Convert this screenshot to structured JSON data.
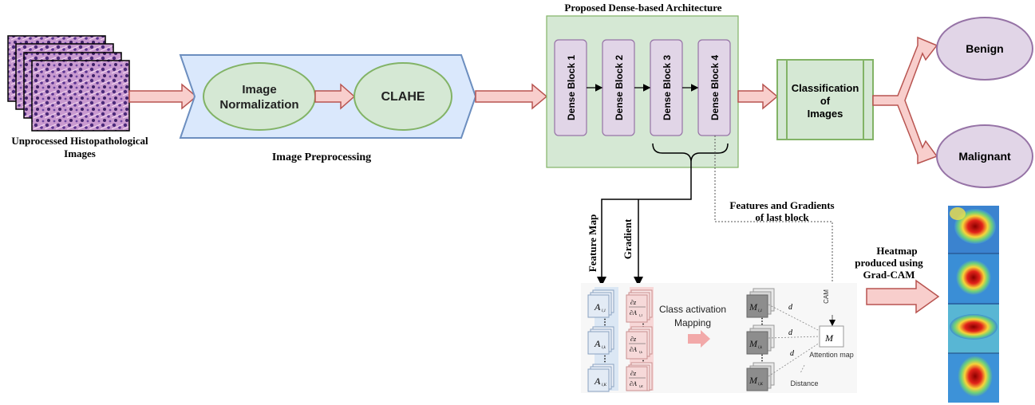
{
  "input": {
    "caption_line1": "Unprocessed Histopathological",
    "caption_line2": "Images"
  },
  "preprocessing": {
    "normalization_line1": "Image",
    "normalization_line2": "Normalization",
    "clahe": "CLAHE",
    "label": "Image Preprocessing"
  },
  "architecture": {
    "title": "Proposed Dense-based Architecture",
    "blocks": [
      "Dense Block 1",
      "Dense Block 2",
      "Dense Block 3",
      "Dense Block 4"
    ]
  },
  "classification": {
    "line1": "Classification",
    "line2": "of",
    "line3": "Images"
  },
  "outputs": {
    "benign": "Benign",
    "malignant": "Malignant"
  },
  "gradcam": {
    "features_gradients_line1": "Features and Gradients",
    "features_gradients_line2": "of last block",
    "feature_map_label": "Feature Map",
    "gradient_label": "Gradient",
    "cam_line1": "Class activation",
    "cam_line2": "Mapping",
    "feature_maps": [
      "A",
      "A",
      "A"
    ],
    "feature_map_subs": [
      "l,1",
      "l,k",
      "l,K"
    ],
    "gradient_numerator": "∂z",
    "gradient_denominator": "∂A",
    "gradient_subs": [
      "l,1",
      "l,k",
      "l,K"
    ],
    "m_symbol": "M",
    "m_subs": [
      "l,1",
      "l,k",
      "l,K"
    ],
    "distances": [
      "d",
      "d",
      "d"
    ],
    "cam_tag": "CAM",
    "attention_map_label": "Attention map",
    "distance_label": "Distance",
    "heatmap_line1": "Heatmap",
    "heatmap_line2": "produced using",
    "heatmap_line3": "Grad-CAM"
  },
  "colors": {
    "pink_arrow_fill": "#f8cecc",
    "pink_arrow_stroke": "#b85450",
    "blue_fill": "#dae8fc",
    "blue_stroke": "#6c8ebf",
    "green_fill": "#d5e8d4",
    "green_stroke": "#82b366",
    "purple_fill": "#e1d5e7",
    "purple_stroke": "#9673a6"
  }
}
